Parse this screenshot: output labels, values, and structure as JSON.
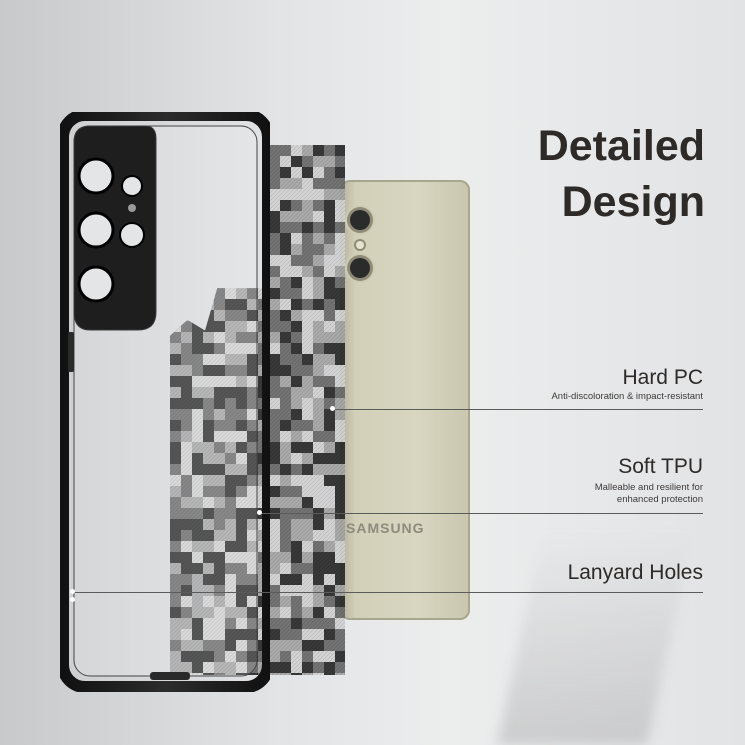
{
  "headline": {
    "line1": "Detailed",
    "line2": "Design"
  },
  "features": [
    {
      "title": "Hard PC",
      "subtitle": "Anti-discoloration & impact-resistant"
    },
    {
      "title": "Soft TPU",
      "subtitle_line1": "Malleable and resilient for",
      "subtitle_line2": "enhanced protection"
    },
    {
      "title": "Lanyard Holes"
    }
  ],
  "phone": {
    "brand": "SAMSUNG",
    "color": "#d3d0b9"
  },
  "case": {
    "frame_color": "#1c1c1c",
    "pattern": "digital-camouflage",
    "pattern_colors": [
      "#2a2a2a",
      "#6b6b6b",
      "#a8a8a8",
      "#d6d6d6"
    ]
  }
}
